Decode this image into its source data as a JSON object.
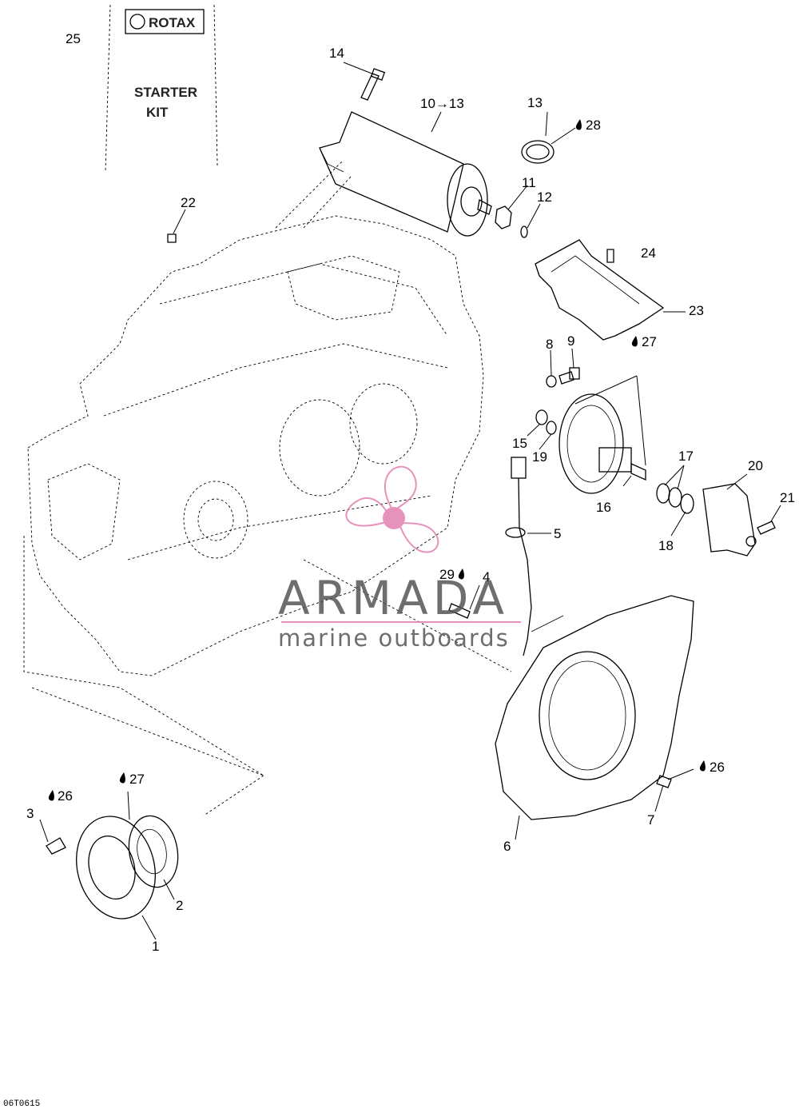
{
  "kit": {
    "brand": "ROTAX",
    "line1": "STARTER",
    "line2": "KIT"
  },
  "labels": [
    {
      "id": "1",
      "text": "1"
    },
    {
      "id": "2",
      "text": "2"
    },
    {
      "id": "3",
      "text": "3"
    },
    {
      "id": "4",
      "text": "4"
    },
    {
      "id": "5",
      "text": "5"
    },
    {
      "id": "6",
      "text": "6"
    },
    {
      "id": "7",
      "text": "7"
    },
    {
      "id": "8",
      "text": "8"
    },
    {
      "id": "9",
      "text": "9"
    },
    {
      "id": "10-13",
      "text": "10→13"
    },
    {
      "id": "11",
      "text": "11"
    },
    {
      "id": "12",
      "text": "12"
    },
    {
      "id": "13",
      "text": "13"
    },
    {
      "id": "14",
      "text": "14"
    },
    {
      "id": "15",
      "text": "15"
    },
    {
      "id": "16",
      "text": "16"
    },
    {
      "id": "17",
      "text": "17"
    },
    {
      "id": "18",
      "text": "18"
    },
    {
      "id": "19",
      "text": "19"
    },
    {
      "id": "20",
      "text": "20"
    },
    {
      "id": "21",
      "text": "21"
    },
    {
      "id": "22",
      "text": "22"
    },
    {
      "id": "23",
      "text": "23"
    },
    {
      "id": "24",
      "text": "24"
    },
    {
      "id": "25",
      "text": "25"
    }
  ],
  "lubricants": [
    {
      "id": "28",
      "text": "28"
    },
    {
      "id": "27-top",
      "text": "27"
    },
    {
      "id": "29",
      "text": "29"
    },
    {
      "id": "26-right",
      "text": "26"
    },
    {
      "id": "26-left",
      "text": "26"
    },
    {
      "id": "27-left",
      "text": "27"
    }
  ],
  "watermark": {
    "title": "ARMADA",
    "subtitle": "marine outboards",
    "color": "#e27fb0"
  },
  "reference": "06T0615",
  "colors": {
    "line": "#000000",
    "watermark_logo": "#e27fb0",
    "watermark_text": "#555555"
  }
}
